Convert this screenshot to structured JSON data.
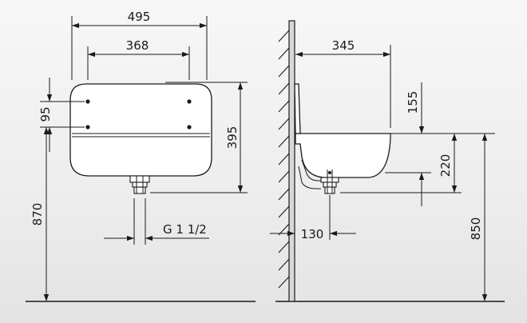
{
  "front_view": {
    "width_overall": "495",
    "hole_spacing_h": "368",
    "hole_spacing_v": "95",
    "height_overall": "395",
    "mount_height": "870",
    "thread_label": "G 1 1/2"
  },
  "side_view": {
    "depth": "345",
    "top_offset": "155",
    "drain_height": "220",
    "drain_offset": "130",
    "rim_height": "850"
  },
  "colors": {
    "background": "#ededee",
    "line": "#1a1a1a",
    "basin_fill": "#ffffff",
    "wall_fill": "#d8d8d8"
  }
}
